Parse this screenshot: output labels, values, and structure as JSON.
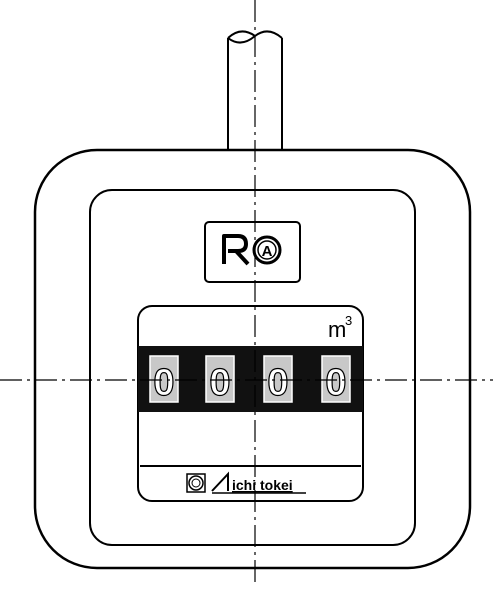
{
  "unit": {
    "base": "m",
    "exponent": "3"
  },
  "counter": {
    "digits": [
      "0",
      "0",
      "0",
      "0"
    ]
  },
  "logo": {
    "emblem_letter": "A",
    "brand_text": "ichi tokei"
  },
  "colors": {
    "line": "#000000",
    "background": "#ffffff",
    "counter_band": "#111111",
    "digit_window": "#c8c8c8"
  }
}
